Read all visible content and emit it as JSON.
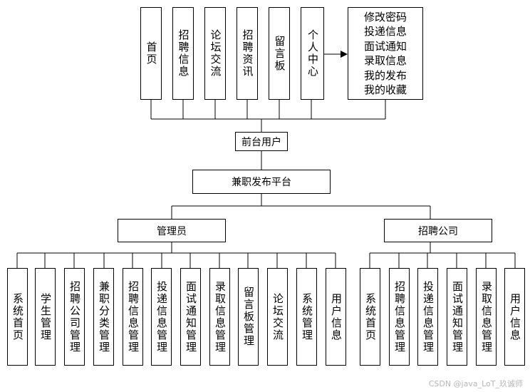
{
  "front": {
    "items": [
      "首页",
      "招聘信息",
      "论坛交流",
      "招聘资讯",
      "留言板",
      "个人中心"
    ],
    "personal_center_functions": [
      "修改密码",
      "投递信息",
      "面试通知",
      "录取信息",
      "我的发布",
      "我的收藏"
    ]
  },
  "front_user": "前台用户",
  "platform": "兼职发布平台",
  "admin": {
    "label": "管理员",
    "items": [
      "系统首页",
      "学生管理",
      "招聘公司管理",
      "兼职分类管理",
      "招聘信息管理",
      "投递信息管理",
      "面试通知管理",
      "录取信息管理",
      "留言板管理",
      "论坛交流",
      "系统管理",
      "用户信息"
    ]
  },
  "company": {
    "label": "招聘公司",
    "items": [
      "系统首页",
      "招聘信息管理",
      "投递信息管理",
      "面试通知管理",
      "录取信息管理",
      "用户信息"
    ]
  },
  "watermark": "CSDN @java_LoT_玖诚师"
}
